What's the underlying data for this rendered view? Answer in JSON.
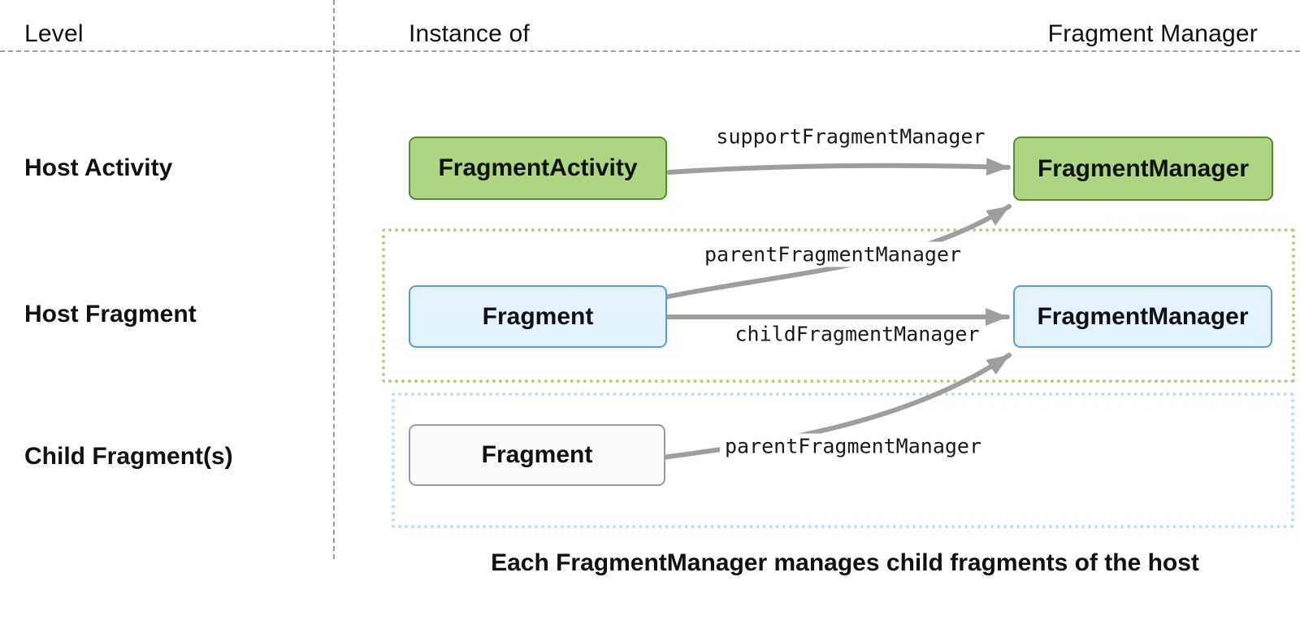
{
  "header": {
    "level": "Level",
    "instance_of": "Instance of",
    "fragment_manager": "Fragment Manager"
  },
  "row_labels": {
    "host_activity": "Host Activity",
    "host_fragment": "Host Fragment",
    "child_fragments": "Child Fragment(s)"
  },
  "nodes": {
    "fragment_activity": "FragmentActivity",
    "activity_fragment_manager": "FragmentManager",
    "host_fragment": "Fragment",
    "host_fragment_manager": "FragmentManager",
    "child_fragment": "Fragment"
  },
  "edges": {
    "support_fragment_manager": "supportFragmentManager",
    "parent_fragment_manager_host": "parentFragmentManager",
    "child_fragment_manager": "childFragmentManager",
    "parent_fragment_manager_child": "parentFragmentManager"
  },
  "caption": "Each FragmentManager manages child fragments of the host",
  "colors": {
    "green_fill": "#aed581",
    "green_border": "#558b2f",
    "blue_fill": "#e3f2fd",
    "blue_border": "#5b9bd5",
    "neutral_fill": "#fbfbfb",
    "neutral_border": "#999999",
    "green_dotted": "#aed581",
    "blue_dotted": "#bbdefb",
    "arrow": "#9e9e9e",
    "divider": "#9e9e9e",
    "text": "#111111"
  }
}
